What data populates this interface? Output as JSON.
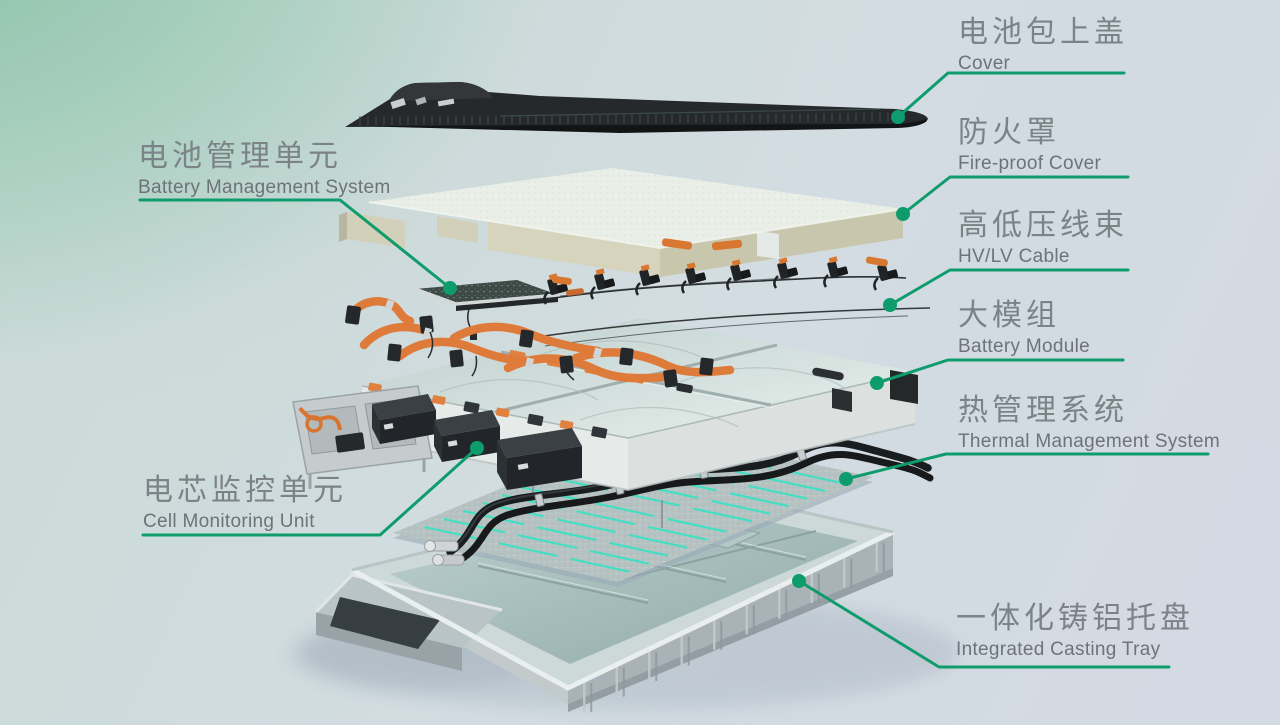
{
  "diagram_title": "EV battery pack exploded view",
  "colors": {
    "accent_green": "#0E9C6C",
    "label_zh_gray": "#7C8387",
    "label_en_gray": "#6D7377",
    "background_mint": "#8AC2A7",
    "background_blue": "#D4DAE3",
    "cable_orange": "#DF7B3A",
    "coolant_teal": "#3EE0C4"
  },
  "labels": {
    "cover": {
      "zh": "电池包上盖",
      "en": "Cover"
    },
    "fireproof": {
      "zh": "防火罩",
      "en": "Fire-proof Cover"
    },
    "hvlv": {
      "zh": "高低压线束",
      "en": "HV/LV Cable"
    },
    "module": {
      "zh": "大模组",
      "en": "Battery Module"
    },
    "thermal": {
      "zh": "热管理系统",
      "en": "Thermal Management System"
    },
    "tray": {
      "zh": "一体化铸铝托盘",
      "en": "Integrated Casting Tray"
    },
    "bms": {
      "zh": "电池管理单元",
      "en": "Battery Management System"
    },
    "cmu": {
      "zh": "电芯监控单元",
      "en": "Cell Monitoring Unit"
    }
  }
}
